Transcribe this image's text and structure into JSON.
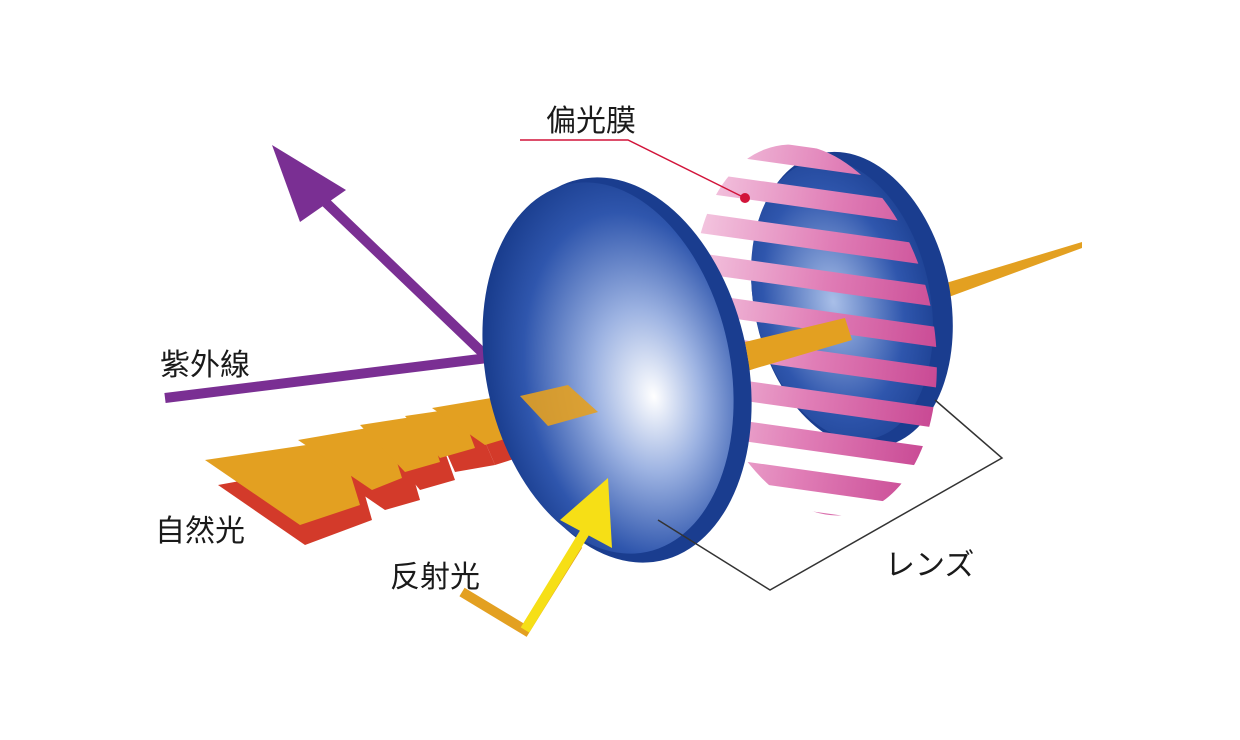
{
  "labels": {
    "polarizing_film": "偏光膜",
    "ultraviolet": "紫外線",
    "natural_light": "自然光",
    "reflected_light": "反射光",
    "lens": "レンズ"
  },
  "colors": {
    "lens_blue_light": "#ffffff",
    "lens_blue_mid": "#6f8fd0",
    "lens_blue_dark": "#1e3f95",
    "film_pink": "#d9519b",
    "film_pink_light": "#f4c3de",
    "uv_purple": "#7a2f93",
    "light_orange": "#e3a021",
    "light_red": "#d33a2a",
    "reflected_yellow": "#f6df16",
    "leader_red": "#d2143a",
    "leader_black": "#333333"
  },
  "icons": {
    "uv_arrow": "arrow-up-left",
    "reflected_arrow": "arrow-up-right"
  }
}
